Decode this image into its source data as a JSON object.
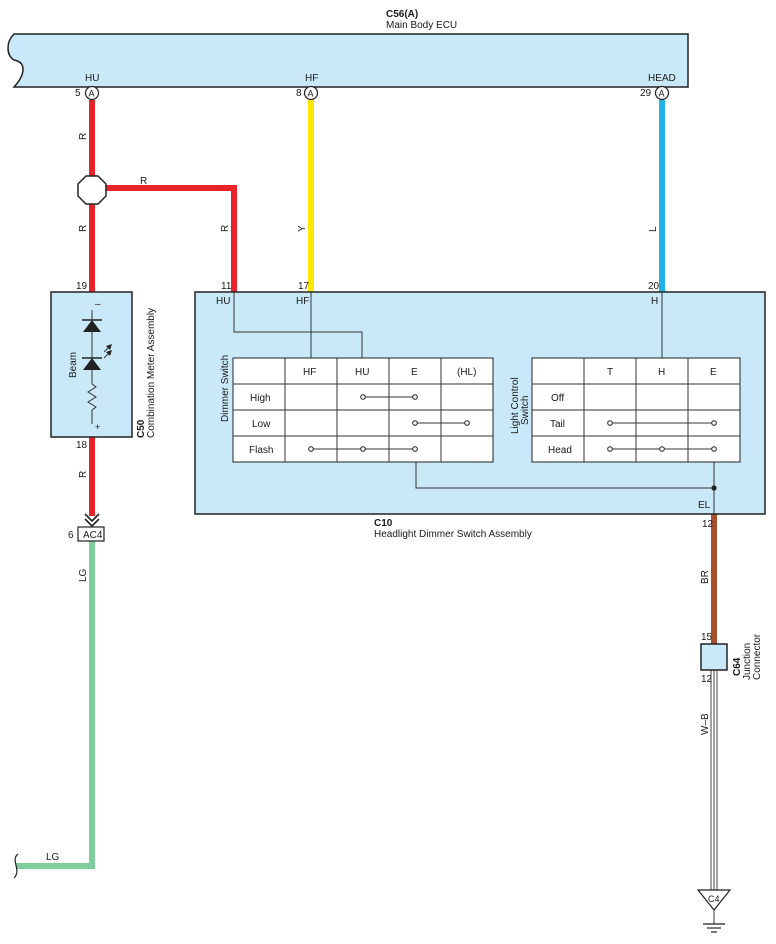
{
  "colors": {
    "ecu_fill": "#c9e9f8",
    "red": "#e8232a",
    "yellow": "#ffe600",
    "blue": "#1eb1ec",
    "green": "#7fcc9c",
    "brown": "#a8502c",
    "white_black": "#555555"
  },
  "ecu": {
    "code": "C56(A)",
    "name": "Main Body ECU",
    "pins": [
      {
        "pin": "5",
        "conn": "A",
        "name": "HU"
      },
      {
        "pin": "8",
        "conn": "A",
        "name": "HF"
      },
      {
        "pin": "29",
        "conn": "A",
        "name": "HEAD"
      }
    ]
  },
  "meter": {
    "code": "C50",
    "name": "Combination Meter Assembly",
    "beam_label": "Beam",
    "minus": "–",
    "plus": "+",
    "pin_top": "19",
    "pin_bottom": "18"
  },
  "switch_assy": {
    "code": "C10",
    "name": "Headlight Dimmer Switch Assembly",
    "pins": [
      {
        "pin": "11",
        "name": "HU"
      },
      {
        "pin": "17",
        "name": "HF"
      },
      {
        "pin": "20",
        "name": "H"
      },
      {
        "pin": "12",
        "name": "EL"
      }
    ],
    "dimmer": {
      "title": "Dimmer Switch",
      "cols": [
        "HF",
        "HU",
        "E",
        "(HL)"
      ],
      "rows": [
        "High",
        "Low",
        "Flash"
      ]
    },
    "light": {
      "title_line1": "Light Control",
      "title_line2": "Switch",
      "cols": [
        "T",
        "H",
        "E"
      ],
      "rows": [
        "Off",
        "Tail",
        "Head"
      ]
    }
  },
  "connector_ac4": {
    "pin": "6",
    "name": "AC4"
  },
  "junction": {
    "code": "C64",
    "line1": "Junction",
    "line2": "Connector",
    "pin_top": "15",
    "pin_bottom": "12"
  },
  "ground": {
    "name": "C4"
  },
  "wires": {
    "r_top": "R",
    "r_branch": "R",
    "r_mid": "R",
    "r_sw": "R",
    "r_bottom": "R",
    "y": "Y",
    "l": "L",
    "lg_v": "LG",
    "lg_h": "LG",
    "br": "BR",
    "wb": "W–B"
  }
}
